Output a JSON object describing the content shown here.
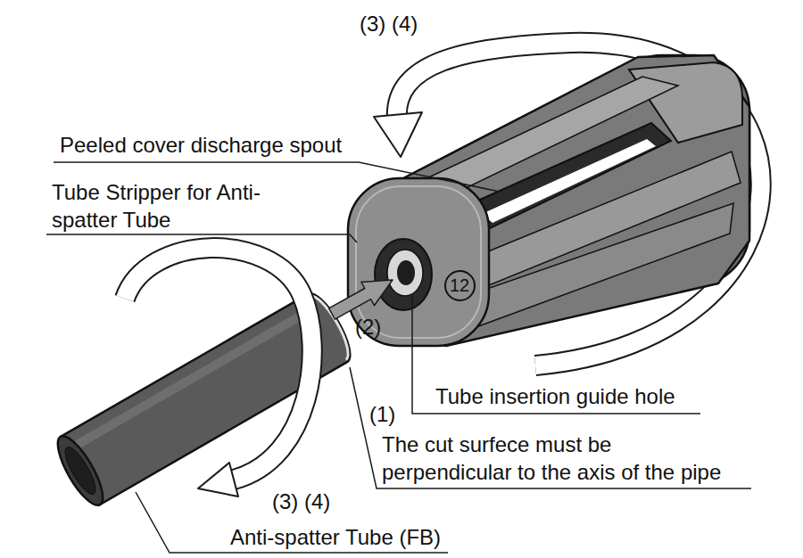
{
  "diagram": {
    "nodes": [
      {
        "text": [
          "12"
        ]
      }
    ],
    "labels": [
      "(3) (4)",
      "Peeled cover discharge spout",
      "Tube Stripper for Anti-spatter Tube",
      "(2)",
      "Tube insertion guide hole",
      "(1)",
      "The cut surfece must be perpendicular to the axis of the pipe",
      "(3) (4)",
      "Anti-spatter Tube (FB)"
    ]
  }
}
